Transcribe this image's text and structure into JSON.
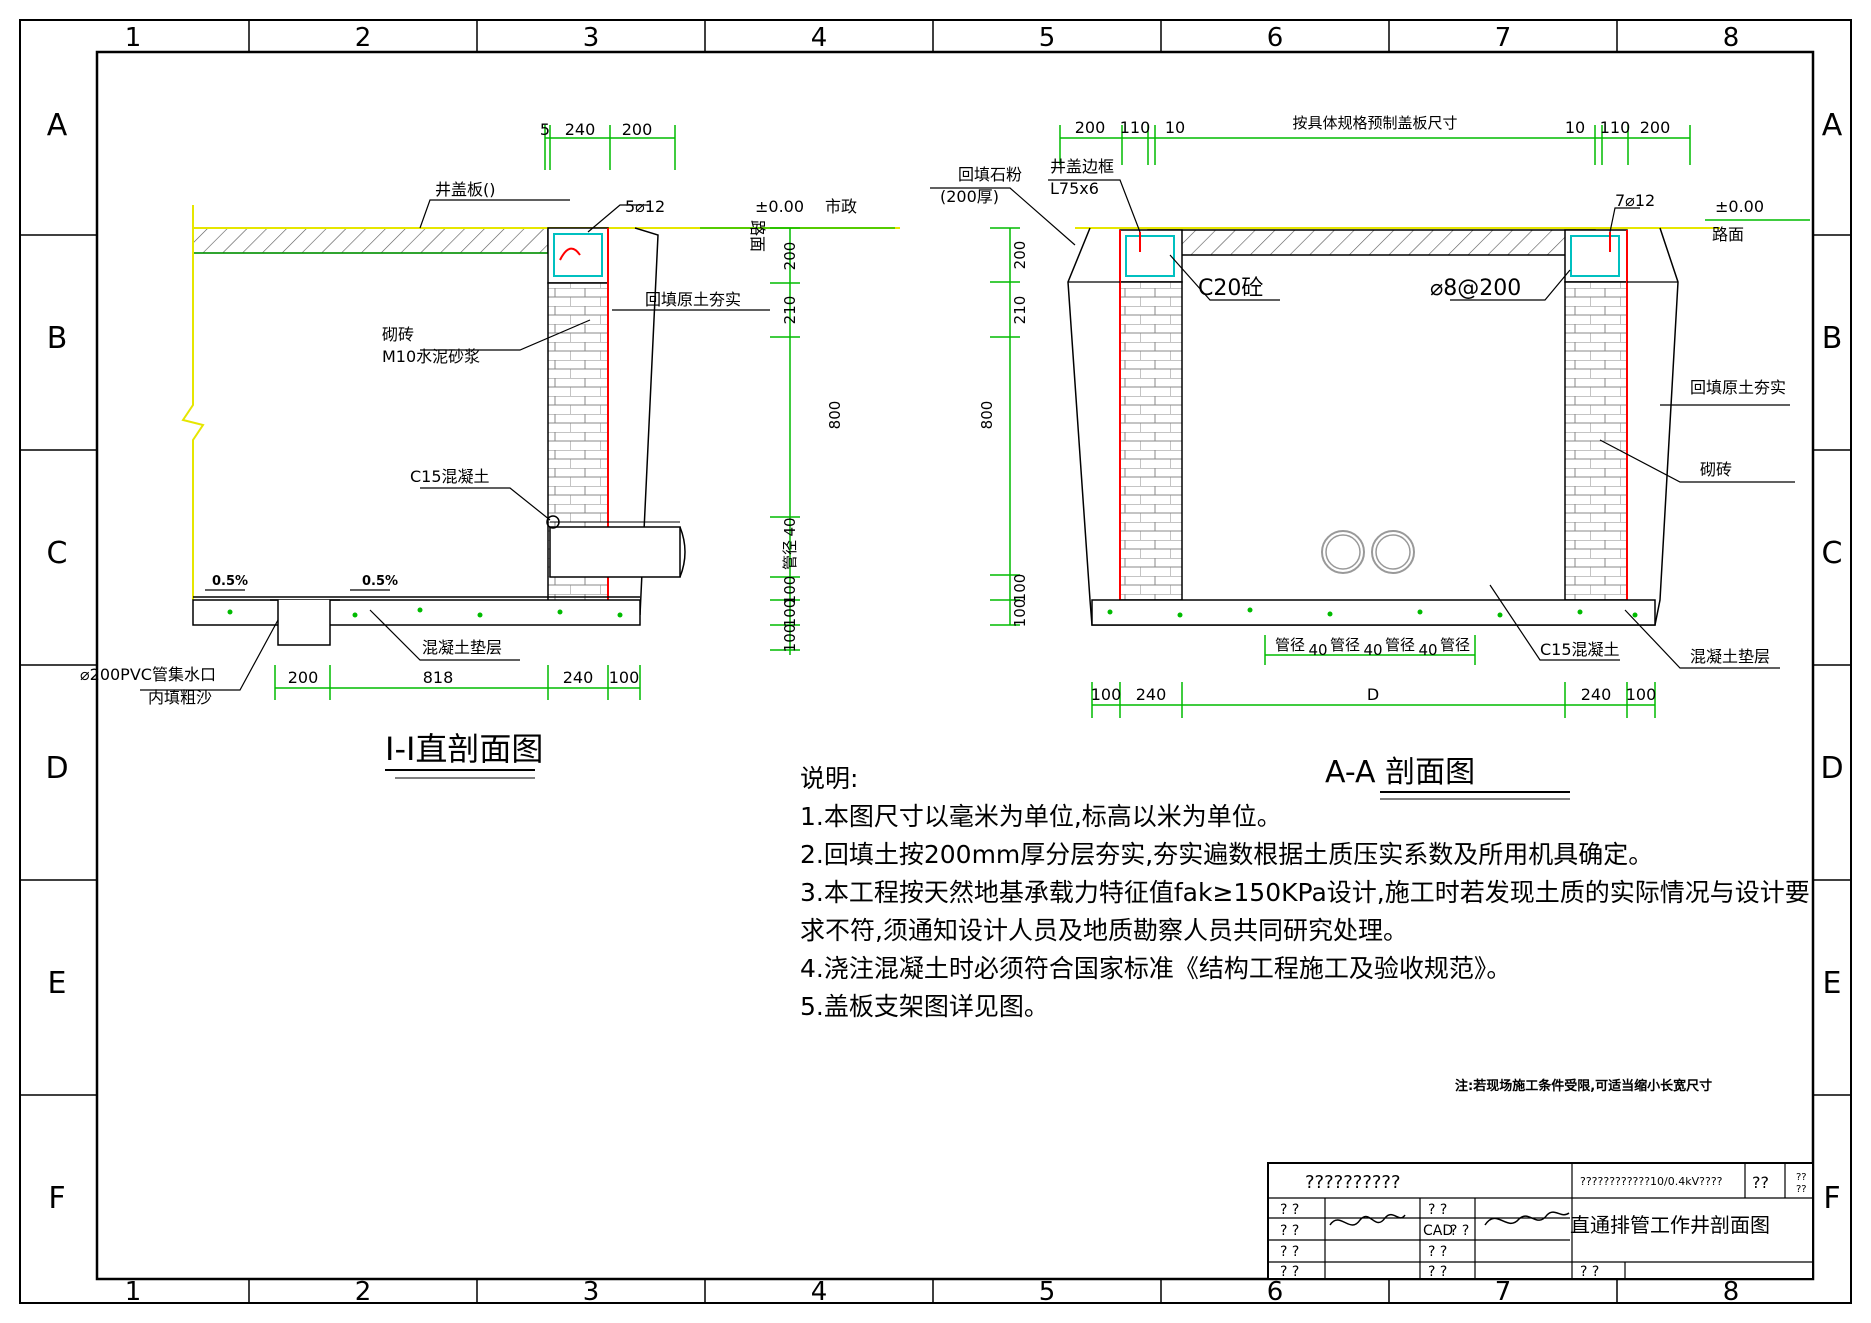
{
  "frame": {
    "columns": [
      "1",
      "2",
      "3",
      "4",
      "5",
      "6",
      "7",
      "8"
    ],
    "rows": [
      "A",
      "B",
      "C",
      "D",
      "E",
      "F"
    ]
  },
  "section_11": {
    "title": "I-I直剖面图",
    "labels": {
      "cover_slab": "井盖板()",
      "rebar_top": "5⌀12",
      "elevation": "±0.00",
      "municipal": "市政",
      "road": "路面",
      "backfill": "回填原土夯实",
      "brick_1": "砌砖",
      "brick_2": "M10水泥砂浆",
      "concrete": "C15混凝土",
      "slope_left": "0.5%",
      "slope_right": "0.5%",
      "cushion": "混凝土垫层",
      "sump_1": "⌀200PVC管集水口",
      "sump_2": "内填粗沙",
      "pipe_dia": "管径"
    },
    "dims_top": [
      "5",
      "240",
      "200"
    ],
    "dims_bottom": [
      "200",
      "818",
      "240",
      "100"
    ],
    "dims_vertical": [
      "200",
      "210",
      "800",
      "40",
      "100",
      "100",
      "100"
    ]
  },
  "section_aa": {
    "title": "A-A 剖面图",
    "labels": {
      "top_span": "按具体规格预制盖板尺寸",
      "backfill_stone_1": "回填石粉",
      "backfill_stone_2": "(200厚)",
      "frame_1": "井盖边框",
      "frame_2": "L75x6",
      "rebar_top": "7⌀12",
      "elevation": "±0.00",
      "road": "路面",
      "c20": "C20砼",
      "stirrup": "⌀8@200",
      "backfill": "回填原土夯实",
      "brick": "砌砖",
      "concrete": "C15混凝土",
      "cushion": "混凝土垫层"
    },
    "dims_top": [
      "200",
      "110",
      "10",
      "10",
      "110",
      "200"
    ],
    "dims_pipes": [
      "管径",
      "40",
      "管径",
      "40",
      "管径",
      "40",
      "管径"
    ],
    "dims_bottom": [
      "100",
      "240",
      "D",
      "240",
      "100"
    ],
    "dims_vertical": [
      "200",
      "210",
      "800",
      "100",
      "100"
    ]
  },
  "notes": {
    "heading": "说明:",
    "items": [
      "1.本图尺寸以毫米为单位,标高以米为单位。",
      "2.回填土按200mm厚分层夯实,夯实遍数根据土质压实系数及所用机具确定。",
      "3.本工程按天然地基承载力特征值fak≥150KPa设计,施工时若发现土质的实际情况与设计要",
      "求不符,须通知设计人员及地质勘察人员共同研究处理。",
      "4.浇注混凝土时必须符合国家标准《结构工程施工及验收规范》。",
      "5.盖板支架图详见图。"
    ],
    "remark": "注:若现场施工条件受限,可适当缩小长宽尺寸"
  },
  "title_block": {
    "company": "??????????",
    "project": "????????????10/0.4kV????",
    "sheet_code": "??",
    "sheet_no_1": "??",
    "sheet_no_2": "??",
    "drawing_title": "直通排管工作井剖面图",
    "cad": "CAD",
    "row_labels": [
      "? ?",
      "? ?",
      "? ?",
      "? ?"
    ],
    "mid_labels": [
      "? ?",
      "? ?",
      "? ?",
      "? ?"
    ],
    "date_label": "? ?"
  },
  "colors": {
    "dimension": "#00bb00",
    "rebar": "#ff0000",
    "steel_frame": "#00c0c0",
    "ground_line": "#e6e600",
    "outline": "#000000"
  }
}
